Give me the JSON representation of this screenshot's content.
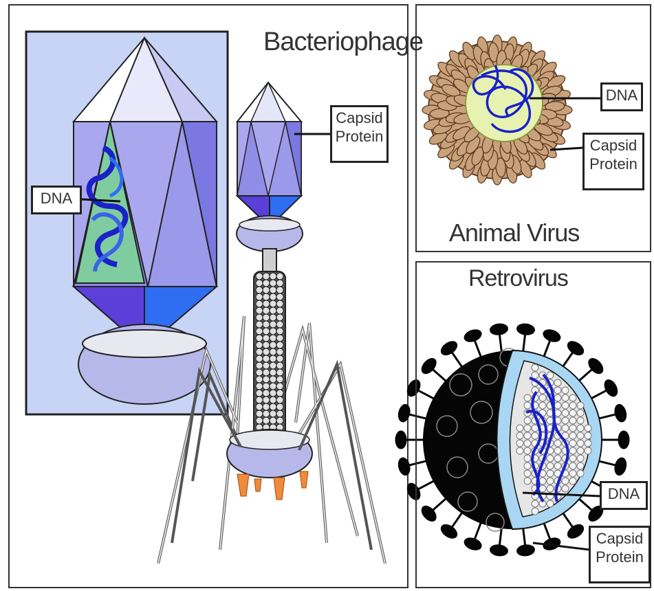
{
  "panels": {
    "bacteriophage": {
      "title": "Bacteriophage",
      "dna_label": "DNA",
      "capsid_label_line1": "Capsid",
      "capsid_label_line2": "Protein"
    },
    "animal_virus": {
      "title": "Animal Virus",
      "dna_label": "DNA",
      "capsid_label_line1": "Capsid",
      "capsid_label_line2": "Protein"
    },
    "retrovirus": {
      "title": "Retrovirus",
      "dna_label": "DNA",
      "capsid_label_line1": "Capsid",
      "capsid_label_line2": "Protein"
    }
  },
  "colors": {
    "inset_bg": "#c8d4f5",
    "capsid_light": "#a9a8ee",
    "capsid_dark": "#5a3fd8",
    "capsid_blue": "#2f6df2",
    "collar": "#b7b8ea",
    "dna_blue": "#1a22c8",
    "animal_protein": "#c9a27c",
    "animal_core": "#e8f2b0",
    "retro_black": "#050505",
    "retro_membrane": "#a9d6f2",
    "base_pins": "#f08a3c"
  }
}
